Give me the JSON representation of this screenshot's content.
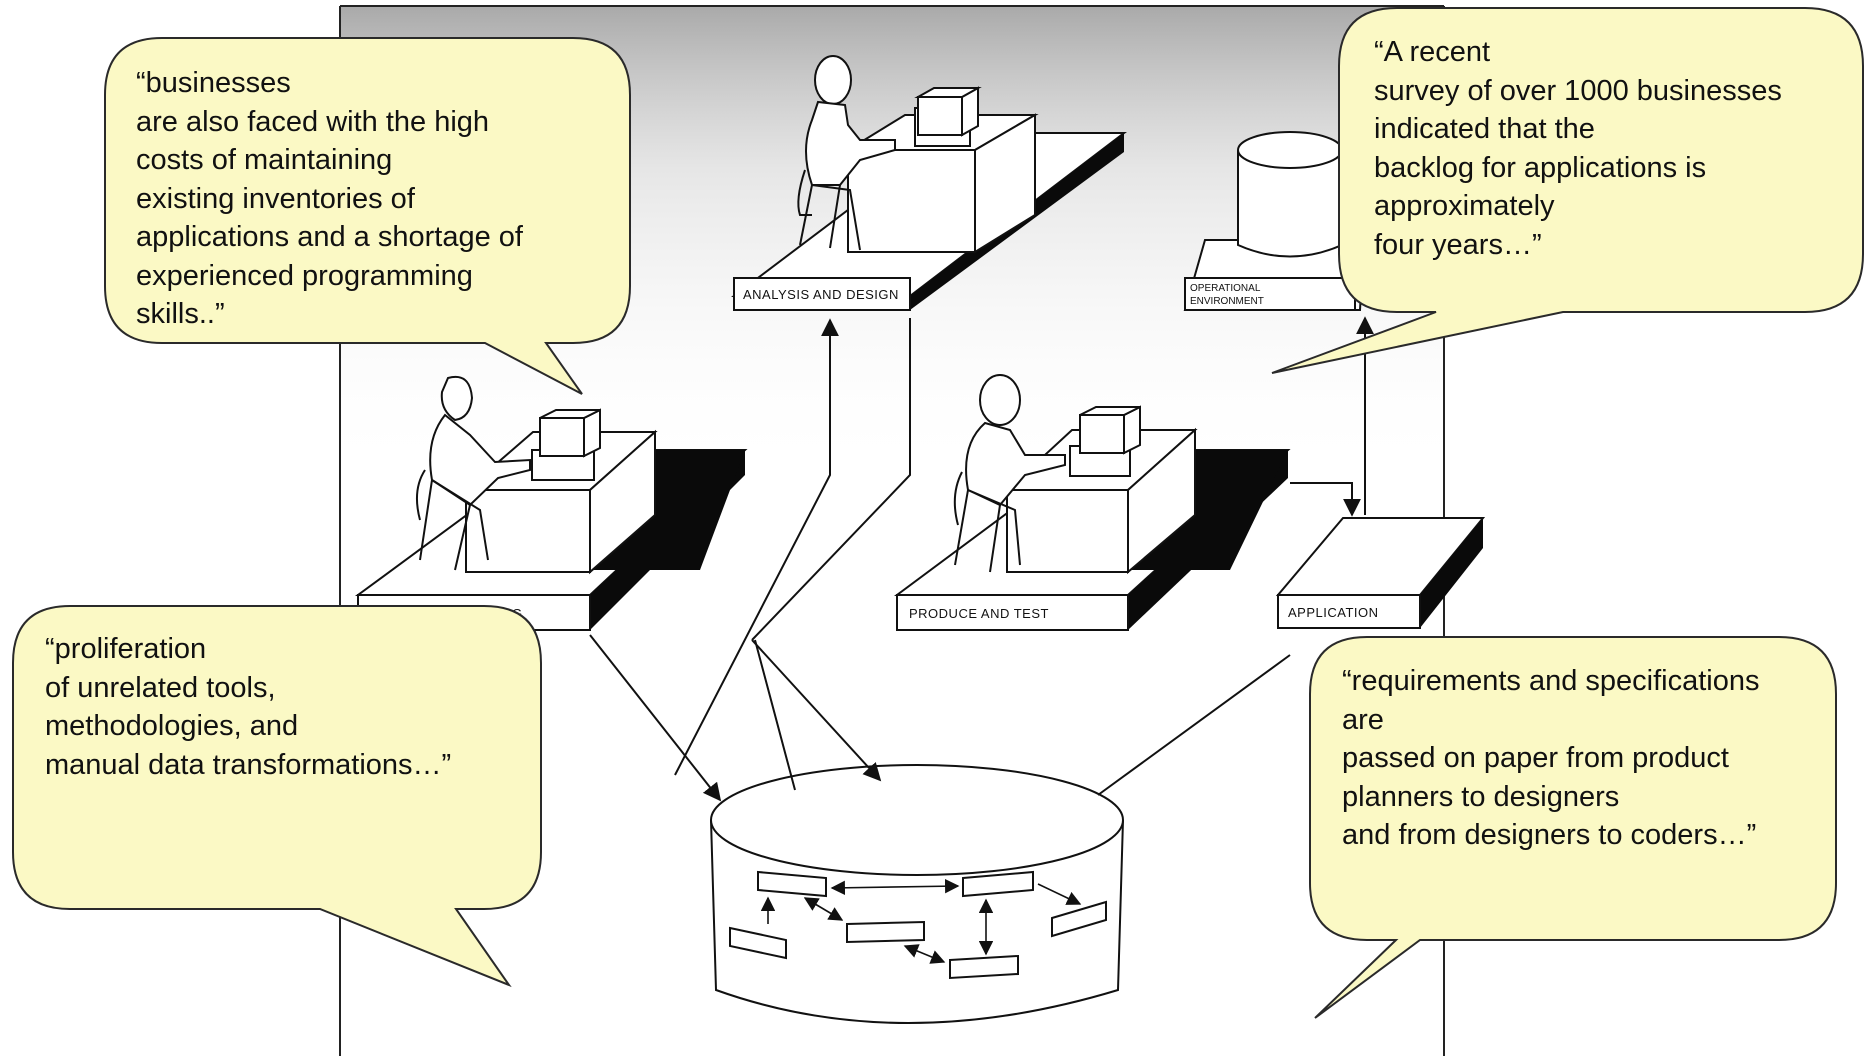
{
  "colors": {
    "bubble_fill": "#fbf9c5",
    "bubble_stroke": "#2a2a2a",
    "line": "#111111",
    "shadow": "#0a0a0a"
  },
  "platforms": {
    "analysis": "ANALYSIS AND DESIGN",
    "operational_line1": "OPERATIONAL",
    "operational_line2": "ENVIRONMENT",
    "planning_fragment": "G",
    "produce": "PRODUCE AND TEST",
    "application": "APPLICATION"
  },
  "icons": {
    "desk_workers": [
      "worker-woman-left",
      "worker-man-top",
      "worker-man-right"
    ],
    "repository": "database-cylinder-icon",
    "operational": "cylinder-icon"
  },
  "bubbles": {
    "top_left": "“businesses\nare also faced with the high\ncosts of maintaining\nexisting inventories of\napplications and a shortage of\nexperienced programming\nskills..”",
    "top_right": "“A recent\nsurvey of over 1000 businesses\nindicated that the\nbacklog for applications is\napproximately\nfour years…”",
    "bottom_left": "“proliferation\nof unrelated tools,\nmethodologies, and\nmanual data transformations…”",
    "bottom_right": "“requirements and specifications\nare\npassed on paper from product\nplanners to designers\nand from designers to coders…”"
  }
}
